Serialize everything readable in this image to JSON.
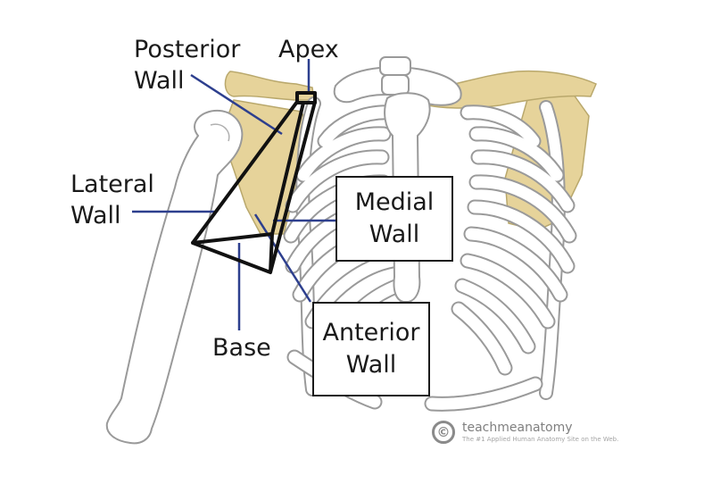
{
  "labels": {
    "posterior_line1": "Posterior",
    "posterior_line2": "Wall",
    "apex": "Apex",
    "lateral_line1": "Lateral",
    "lateral_line2": "Wall",
    "medial_line1": "Medial",
    "medial_line2": "Wall",
    "base": "Base",
    "anterior_line1": "Anterior",
    "anterior_line2": "Wall"
  },
  "watermark": {
    "symbol": "©",
    "name": "teachmeanatomy",
    "tagline": "The #1 Applied Human Anatomy Site on the Web."
  },
  "colors": {
    "bone_fill": "#ffffff",
    "bone_outline": "#9a9a9a",
    "shoulder_girdle": "#e6d39a",
    "pointer_line": "#2d3f8e",
    "axilla_outline": "#111111"
  }
}
